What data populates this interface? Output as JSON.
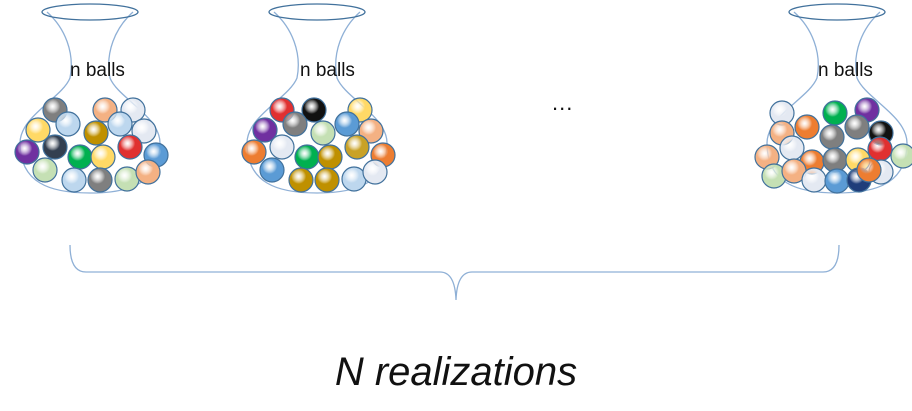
{
  "urns": [
    {
      "label": "n balls",
      "balls": [
        "gray",
        "peach",
        "light-white",
        "yellow",
        "light-blue",
        "olive",
        "light-blue",
        "light-white",
        "purple",
        "dark-slate",
        "green",
        "yellow",
        "red",
        "blue",
        "light-green",
        "light-blue",
        "gray",
        "light-green",
        "peach"
      ]
    },
    {
      "label": "n balls",
      "balls": [
        "red",
        "black",
        "yellow",
        "purple",
        "gray",
        "light-green",
        "blue",
        "peach",
        "orange",
        "light-white",
        "green",
        "olive",
        "green-olive",
        "orange",
        "blue",
        "olive",
        "olive",
        "light-blue",
        "light-white"
      ]
    },
    {
      "label": "n balls",
      "balls": [
        "light-white",
        "green",
        "purple",
        "peach",
        "orange",
        "gray",
        "gray",
        "black",
        "peach",
        "light-white",
        "orange",
        "gray",
        "yellow",
        "red",
        "light-green",
        "light-green",
        "peach",
        "light-white",
        "blue",
        "navy",
        "light-white",
        "orange"
      ]
    }
  ],
  "ellipsis": "...",
  "caption": "N realizations",
  "colors": {
    "gray": "#7f7f7f",
    "peach": "#f4b183",
    "light-white": "#e4e9f2",
    "yellow": "#ffd966",
    "light-blue": "#bdd7ee",
    "olive": "#bf9000",
    "purple": "#7030a0",
    "dark-slate": "#333f50",
    "green": "#00b050",
    "red": "#e03030",
    "blue": "#5b9bd5",
    "light-green": "#c5e0b4",
    "black": "#111111",
    "orange": "#ed7d31",
    "green-olive": "#c9a227",
    "navy": "#1f3d7a",
    "outline": "#41719c",
    "vase": "#8fb0d6",
    "brace": "#8fb0d6"
  }
}
